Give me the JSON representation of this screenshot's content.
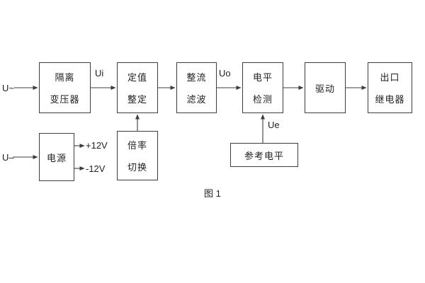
{
  "diagram": {
    "caption": "图 1",
    "style": {
      "line_color": "#3d3d3d",
      "background": "#ffffff"
    },
    "blocks": {
      "isolation_transformer": {
        "line1": "隔离",
        "line2": "变压器"
      },
      "setpoint_setting": {
        "line1": "定值",
        "line2": "整定"
      },
      "rectify_filter": {
        "line1": "整流",
        "line2": "滤波"
      },
      "level_detect": {
        "line1": "电平",
        "line2": "检测"
      },
      "drive": {
        "label": "驱动"
      },
      "outlet_relay": {
        "line1": "出口",
        "line2": "继电器"
      },
      "power_supply": {
        "label": "电源"
      },
      "ratio_switch": {
        "line1": "倍率",
        "line2": "切换"
      },
      "reference_level": {
        "label": "参考电平"
      }
    },
    "signals": {
      "u_ac": "U~",
      "u_dc": "U–",
      "ui": "Ui",
      "uo": "Uo",
      "ue": "Ue",
      "plus_12v": "+12V",
      "minus_12v": "-12V"
    }
  }
}
